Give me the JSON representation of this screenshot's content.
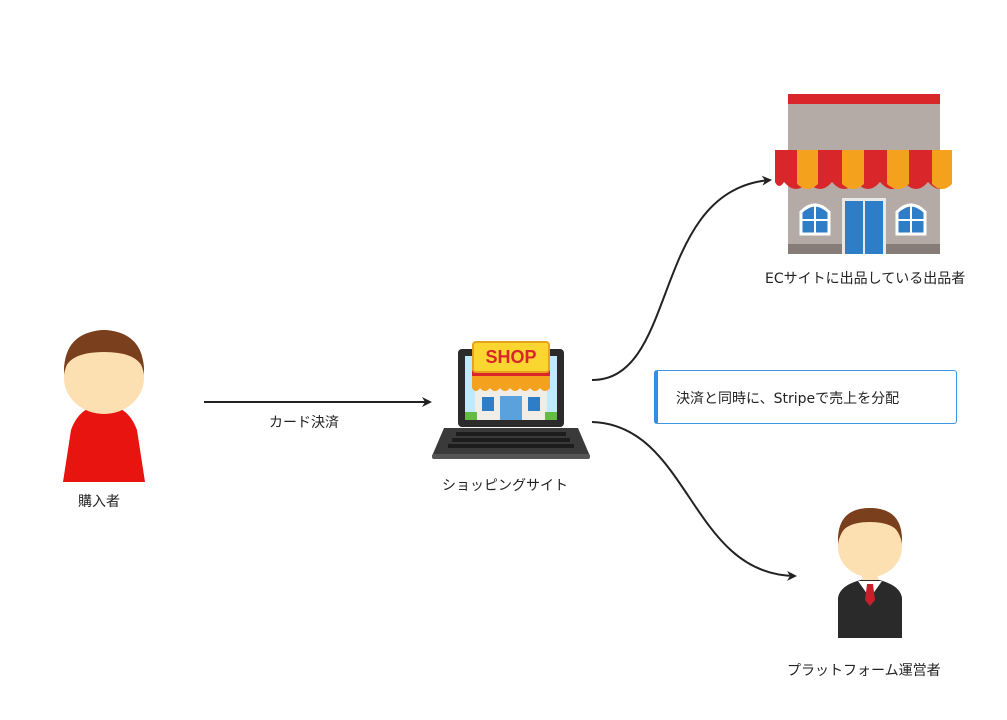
{
  "nodes": {
    "buyer": {
      "label": "購入者"
    },
    "shopping_site": {
      "label": "ショッピングサイト",
      "sign": "SHOP"
    },
    "seller": {
      "label": "ECサイトに出品している出品者"
    },
    "operator": {
      "label": "プラットフォーム運営者"
    }
  },
  "edges": {
    "card_payment": {
      "label": "カード決済"
    }
  },
  "note": {
    "text": "決済と同時に、Stripeで売上を分配"
  },
  "colors": {
    "buyer_body": "#e8140f",
    "hair": "#7a3f1c",
    "skin": "#fde0b1",
    "awning_red": "#d8262b",
    "awning_orange": "#f4a11d",
    "window_blue": "#2e7dc7",
    "suit": "#2a2a2a",
    "tie": "#c8202a",
    "note_border": "#2f8fe3"
  }
}
